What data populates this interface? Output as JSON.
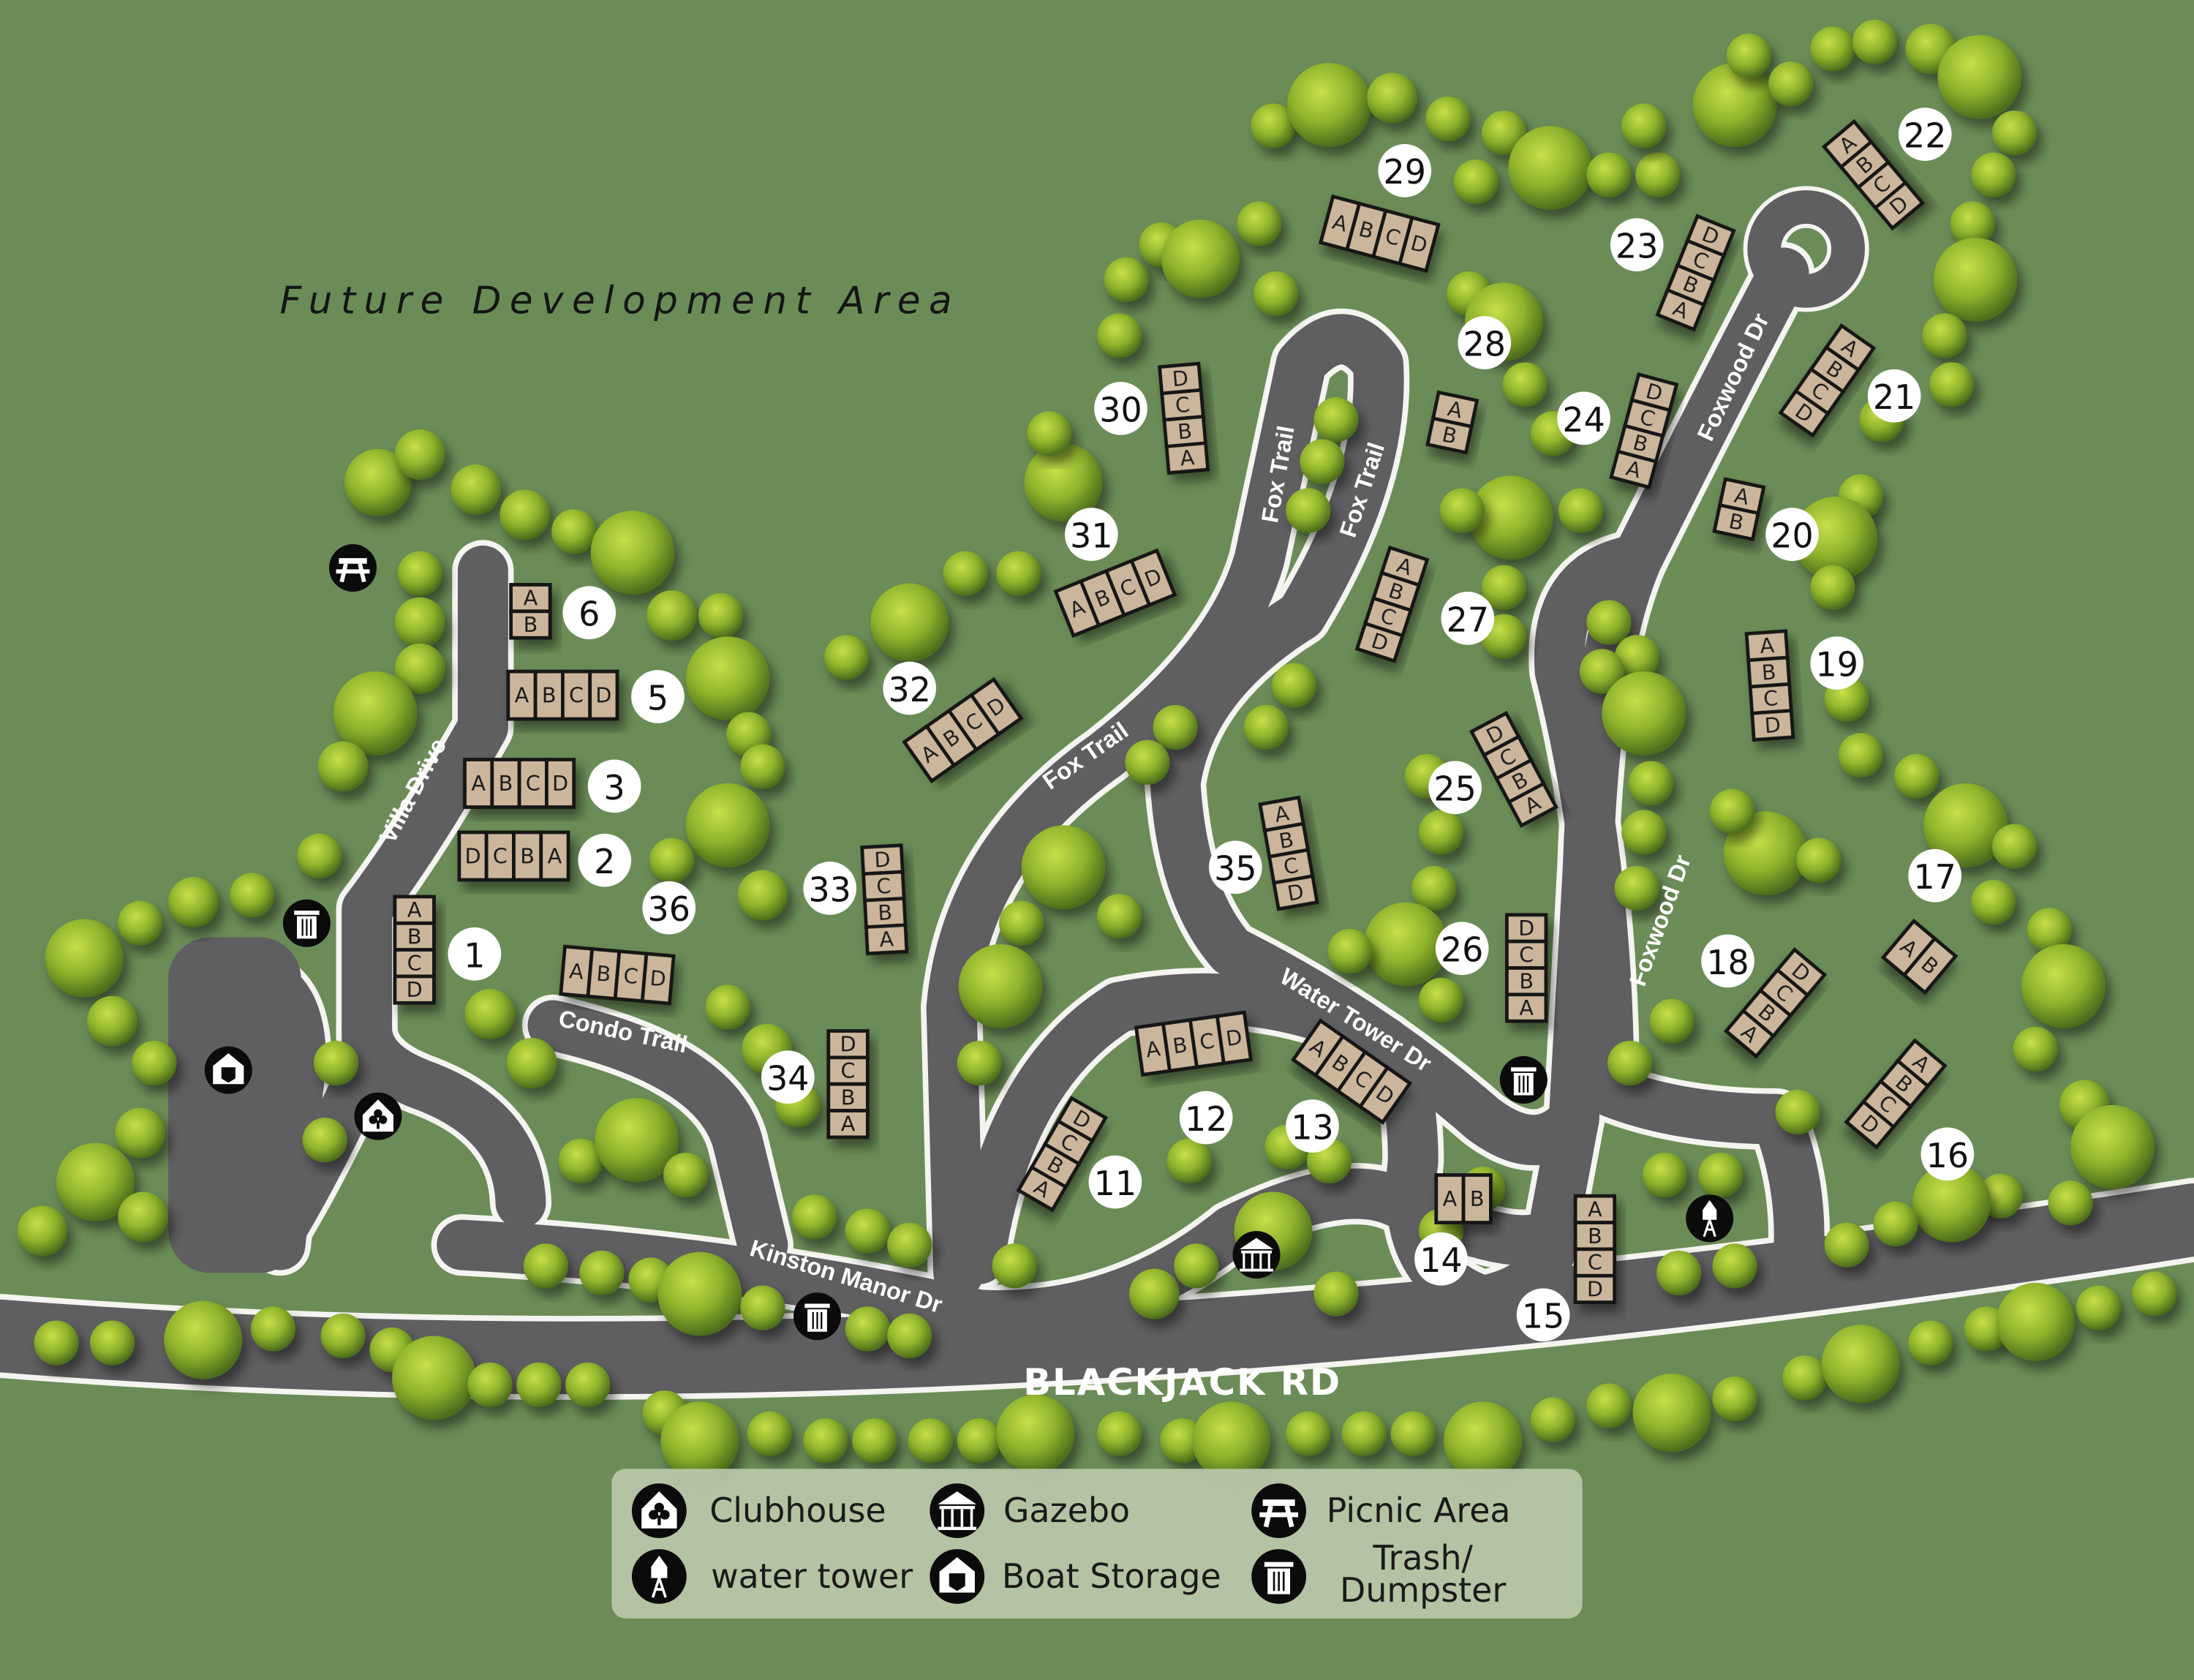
{
  "map": {
    "area_label": "Future Development Area",
    "main_road": "BLACKJACK RD",
    "streets": {
      "villa_drive": "Villa Drive",
      "condo_trail": "Condo Trail",
      "kinston_manor": "Kinston Manor Dr",
      "fox_trail": "Fox Trail",
      "water_tower_dr": "Water Tower Dr",
      "foxwood_dr": "Foxwood Dr"
    },
    "colors": {
      "grass": "#6b8c57",
      "road": "#5f5f61",
      "unit": "#cbb69c",
      "legend_bg": "#b8c6a8"
    },
    "buildings": [
      {
        "number": "1",
        "units": "ABCD"
      },
      {
        "number": "2",
        "units": "DCBA"
      },
      {
        "number": "3",
        "units": "ABCD"
      },
      {
        "number": "5",
        "units": "ABCD"
      },
      {
        "number": "6",
        "units": "AB"
      },
      {
        "number": "36",
        "units": "ABCD"
      },
      {
        "number": "33",
        "units": "DCBA"
      },
      {
        "number": "34",
        "units": "DCBA"
      },
      {
        "number": "32",
        "units": "ABCD"
      },
      {
        "number": "31",
        "units": "ABCD"
      },
      {
        "number": "30",
        "units": "DCBA"
      },
      {
        "number": "29",
        "units": "ABCD"
      },
      {
        "number": "28",
        "units": "AB"
      },
      {
        "number": "24",
        "units": "DCBA"
      },
      {
        "number": "23",
        "units": "DCBA"
      },
      {
        "number": "22",
        "units": "ABCD"
      },
      {
        "number": "21",
        "units": "ABCD"
      },
      {
        "number": "20",
        "units": "AB"
      },
      {
        "number": "19",
        "units": "ABCD"
      },
      {
        "number": "27",
        "units": "ABCD"
      },
      {
        "number": "25",
        "units": "DCBA"
      },
      {
        "number": "35",
        "units": "ABCD"
      },
      {
        "number": "26",
        "units": "DCBA"
      },
      {
        "number": "18",
        "units": "DCBA"
      },
      {
        "number": "17",
        "units": "AB"
      },
      {
        "number": "16",
        "units": "ABCD"
      },
      {
        "number": "15",
        "units": "ABCD"
      },
      {
        "number": "14",
        "units": "AB"
      },
      {
        "number": "13",
        "units": "ABCD"
      },
      {
        "number": "12",
        "units": "ABCD"
      },
      {
        "number": "11",
        "units": "DCBA"
      }
    ],
    "amenities": [
      {
        "type": "picnic",
        "icon": "picnic-table-icon"
      },
      {
        "type": "trash",
        "icon": "trash-can-icon"
      },
      {
        "type": "boat",
        "icon": "boat-storage-icon"
      },
      {
        "type": "clubhouse",
        "icon": "clubhouse-icon"
      },
      {
        "type": "trash",
        "icon": "trash-can-icon"
      },
      {
        "type": "gazebo",
        "icon": "gazebo-icon"
      },
      {
        "type": "trash",
        "icon": "trash-can-icon"
      },
      {
        "type": "tower",
        "icon": "water-tower-icon"
      }
    ]
  },
  "legend": {
    "clubhouse": "Clubhouse",
    "gazebo": "Gazebo",
    "picnic": "Picnic Area",
    "water_tower": "water tower",
    "boat_storage": "Boat Storage",
    "trash_line1": "Trash/",
    "trash_line2": "Dumpster"
  }
}
